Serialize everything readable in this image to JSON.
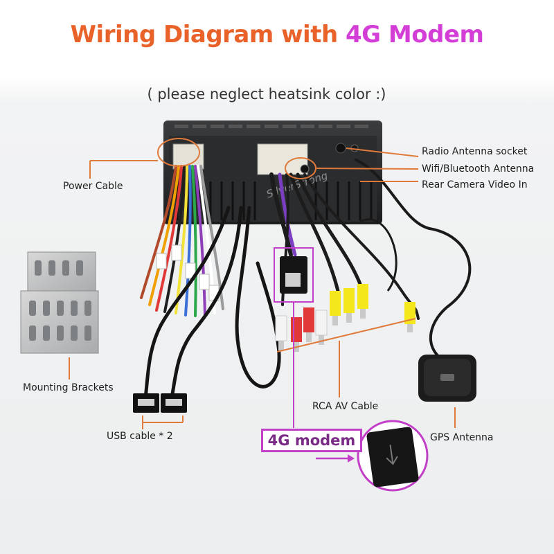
{
  "title": {
    "prefix": "Wiring Diagram with",
    "highlight": "4G Modem"
  },
  "subtitle": "( please neglect heatsink color :)",
  "labels": {
    "power_cable": "Power Cable",
    "radio_antenna": "Radio Antenna socket",
    "wifi_bt_antenna": "Wifi/Bluetooth Antenna",
    "rear_camera": "Rear Camera Video In",
    "mounting_brackets": "Mounting Brackets",
    "rca_av_cable": "RCA AV Cable",
    "gps_antenna": "GPS Antenna",
    "usb_cable": "USB cable * 2",
    "modem_4g": "4G modem"
  },
  "watermark": "SilverStrong",
  "colors": {
    "title_orange": "#e8622a",
    "title_magenta": "#d33fd6",
    "leader_orange": "#e07a3a",
    "modem_magenta": "#c23fc8"
  }
}
